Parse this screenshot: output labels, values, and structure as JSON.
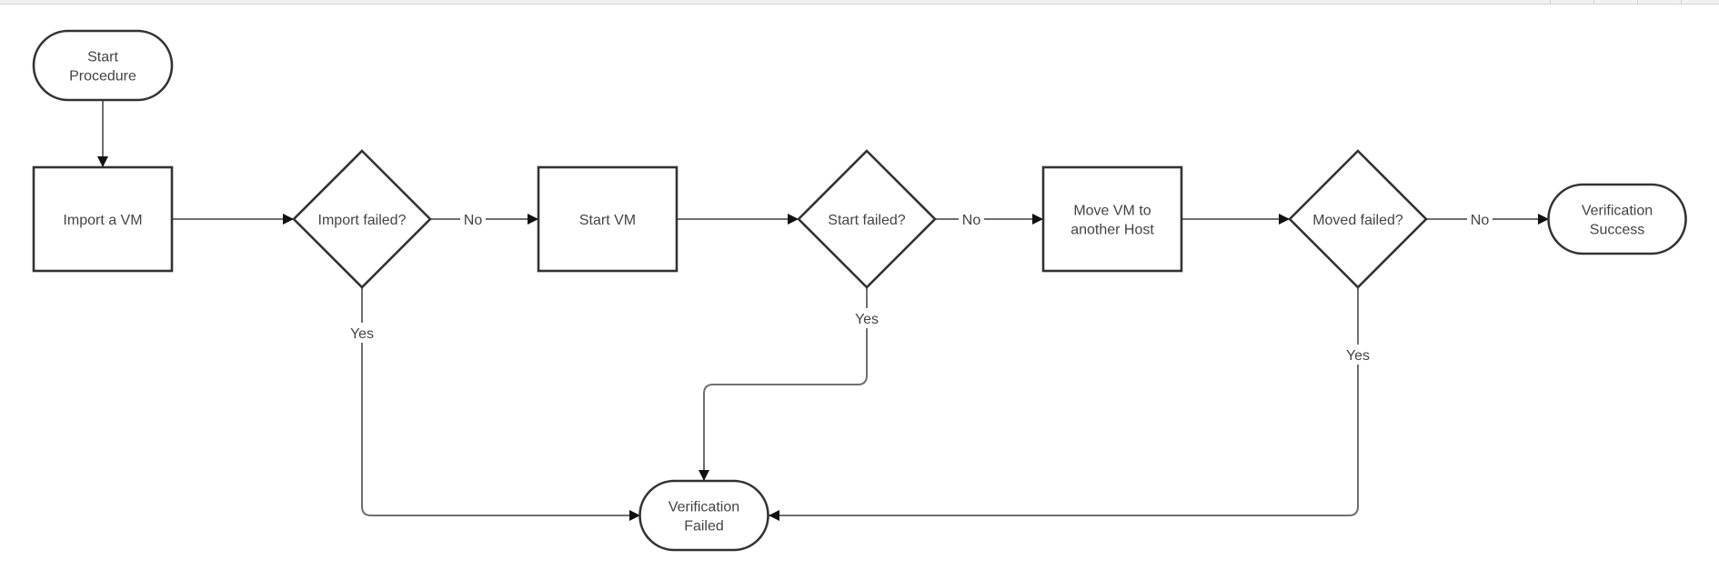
{
  "toolbar": {
    "buttons": [
      {
        "name": "toolbar-button-1"
      },
      {
        "name": "toolbar-button-2"
      },
      {
        "name": "toolbar-button-3"
      },
      {
        "name": "toolbar-button-4"
      }
    ]
  },
  "diagram": {
    "type": "flowchart",
    "nodes": {
      "start": {
        "shape": "terminal",
        "lines": [
          "Start",
          "Procedure"
        ]
      },
      "import_vm": {
        "shape": "process",
        "lines": [
          "Import a VM"
        ]
      },
      "import_failed": {
        "shape": "decision",
        "lines": [
          "Import failed?"
        ]
      },
      "start_vm": {
        "shape": "process",
        "lines": [
          "Start VM"
        ]
      },
      "start_failed": {
        "shape": "decision",
        "lines": [
          "Start failed?"
        ]
      },
      "move_vm": {
        "shape": "process",
        "lines": [
          "Move VM to",
          "another Host"
        ]
      },
      "moved_failed": {
        "shape": "decision",
        "lines": [
          "Moved failed?"
        ]
      },
      "verification_success": {
        "shape": "terminal",
        "lines": [
          "Verification",
          "Success"
        ]
      },
      "verification_failed": {
        "shape": "terminal",
        "lines": [
          "Verification",
          "Failed"
        ]
      }
    },
    "edges": [
      {
        "from": "start",
        "to": "import_vm",
        "label": ""
      },
      {
        "from": "import_vm",
        "to": "import_failed",
        "label": ""
      },
      {
        "from": "import_failed",
        "to": "start_vm",
        "label": "No"
      },
      {
        "from": "import_failed",
        "to": "verification_failed",
        "label": "Yes"
      },
      {
        "from": "start_vm",
        "to": "start_failed",
        "label": ""
      },
      {
        "from": "start_failed",
        "to": "move_vm",
        "label": "No"
      },
      {
        "from": "start_failed",
        "to": "verification_failed",
        "label": "Yes"
      },
      {
        "from": "move_vm",
        "to": "moved_failed",
        "label": ""
      },
      {
        "from": "moved_failed",
        "to": "verification_success",
        "label": "No"
      },
      {
        "from": "moved_failed",
        "to": "verification_failed",
        "label": "Yes"
      }
    ]
  }
}
